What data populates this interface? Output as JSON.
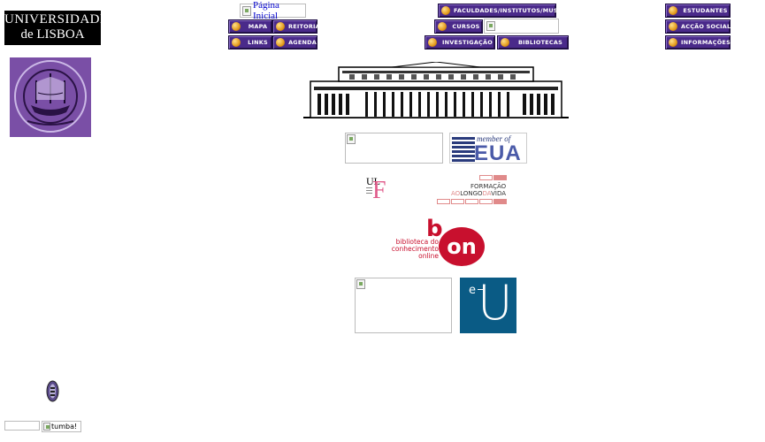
{
  "logo": {
    "line1": "UNIVERSIDADE",
    "line2": "de LISBOA"
  },
  "home": {
    "label": "Página Inicial"
  },
  "nav": {
    "mapa": "MAPA",
    "reitoria": "REITORIA",
    "links": "LINKS",
    "agenda": "AGENDA",
    "faculdades": "FACULDADES/INSTITUTOS/MUSEUS",
    "cursos": "CURSOS",
    "investigacao": "INVESTIGAÇÃO",
    "bibliotecas": "BIBLIOTECAS",
    "estudantes": "ESTUDANTES",
    "accao_social": "ACÇÃO SOCIAL",
    "informacoes": "INFORMAÇÕES"
  },
  "eua": {
    "member_of": "member of",
    "letters": "EUA"
  },
  "ulf": {
    "ul": "UL",
    "f": "F"
  },
  "formacao": {
    "line1": "FORMAÇÃO",
    "line2_prefix": "AO",
    "line2_mid": "LONGO",
    "line2_da": "DA",
    "line2_end": "VIDA"
  },
  "bon": {
    "line1": "biblioteca do",
    "line2": "conhecimento",
    "line3": "online",
    "b": "b",
    "on": "on"
  },
  "eu": {
    "e": "e",
    "u": "U"
  },
  "tumba": {
    "alt": "tumba!"
  },
  "icons": {
    "button_bullet": "orange-orb-icon",
    "broken_image": "broken-image-icon",
    "counter": "counter-icon"
  },
  "colors": {
    "button_bg": "#4a2a8a",
    "bullet": "#e39a1c",
    "seal_purple": "#7a4fa6",
    "bon_red": "#c8102e",
    "eu_blue": "#0a5b85"
  }
}
